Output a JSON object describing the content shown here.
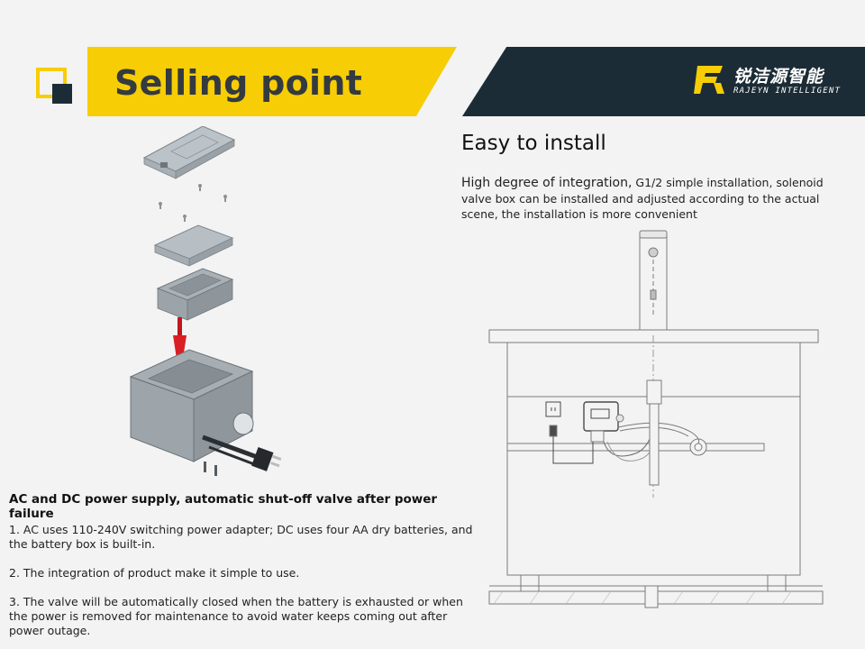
{
  "header": {
    "title": "Selling point",
    "brand_cn": "锐洁源智能",
    "brand_en": "RAJEYN INTELLIGENT",
    "colors": {
      "yellow": "#f7cd05",
      "dark": "#1c2c36",
      "title": "#333a40"
    }
  },
  "power": {
    "heading": "AC and DC power supply, automatic shut-off valve after power failure",
    "points": [
      "1. AC uses 110-240V switching power adapter; DC uses four AA dry batteries, and the battery box is built-in.",
      "2. The integration of product make it simple to use.",
      "3. The valve will be automatically closed when the battery is exhausted or when the power is removed for maintenance to avoid water keeps coming out after power outage."
    ]
  },
  "install": {
    "heading": "Easy to install",
    "desc_lead": "High degree of integration,",
    "desc_rest": " G1/2 simple installation, solenoid valve box can be installed and adjusted according to the actual scene, the installation is more convenient"
  },
  "icons": [
    "corner-square-icon",
    "rajeyn-logo-icon",
    "solenoid-valve-box-illustration",
    "sink-installation-diagram"
  ]
}
